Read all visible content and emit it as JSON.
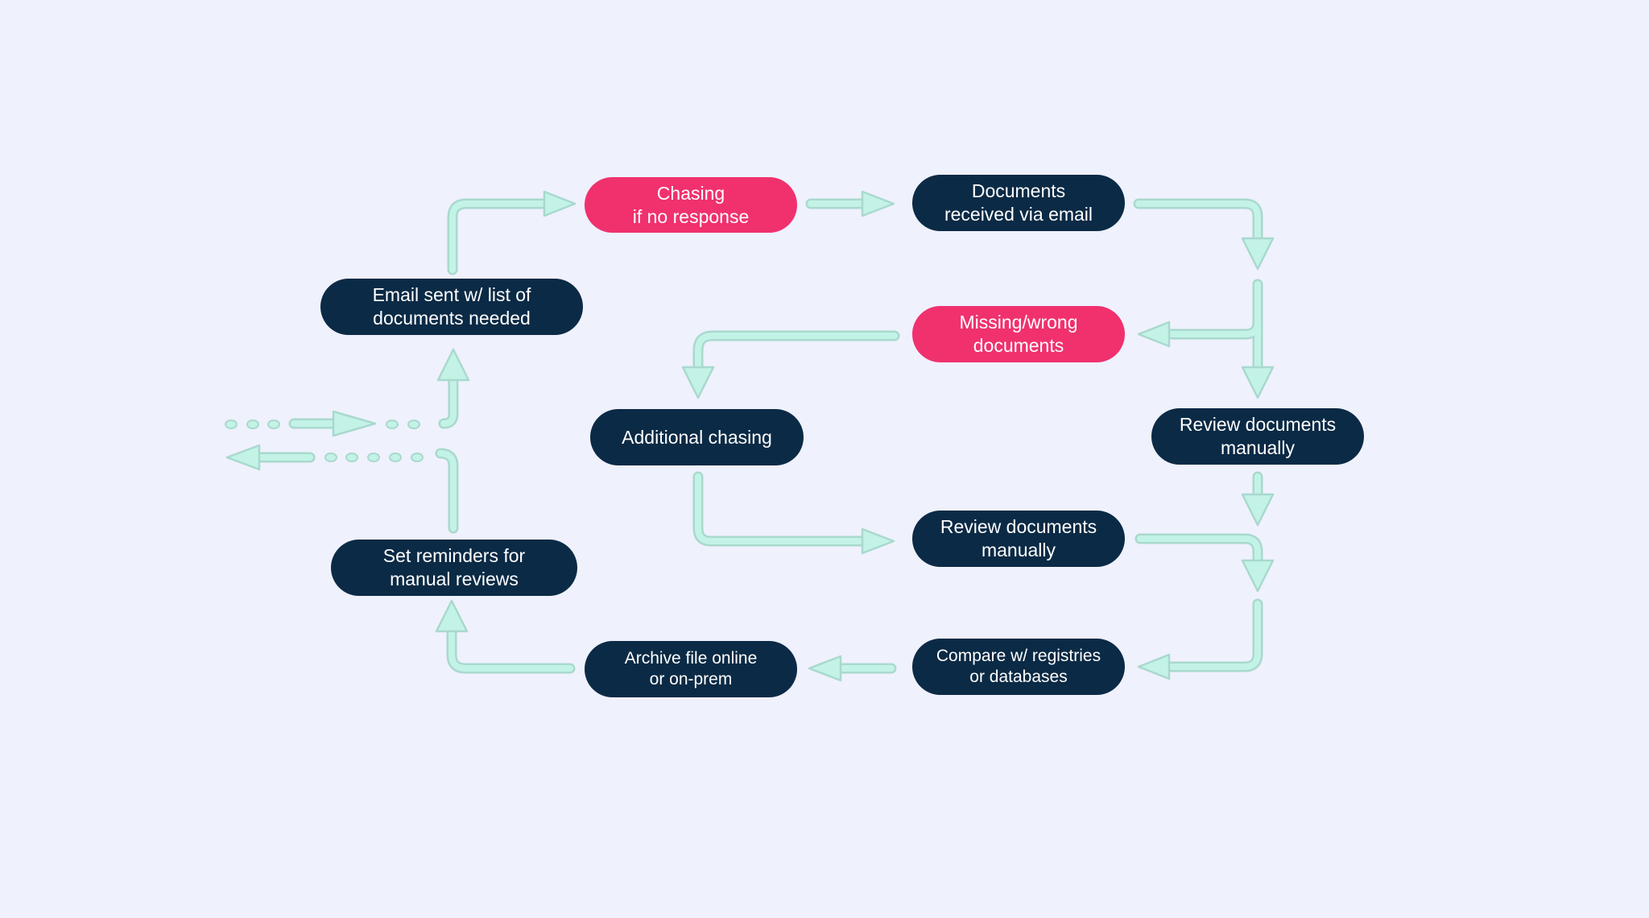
{
  "colors": {
    "background": "#eff1fd",
    "node_dark": "#0b2a45",
    "node_alert": "#f0316e",
    "arrow_fill": "#c3f3e6",
    "arrow_stroke": "#a9d9cd",
    "text": "#ffffff"
  },
  "nodes": {
    "email_sent": "Email sent w/ list of\ndocuments needed",
    "chasing": "Chasing\nif no response",
    "docs_received": "Documents\nreceived via email",
    "missing_docs": "Missing/wrong\ndocuments",
    "additional_chasing": "Additional chasing",
    "review_right": "Review documents\nmanually",
    "review_middle": "Review documents\nmanually",
    "set_reminders": "Set reminders for\nmanual reviews",
    "archive": "Archive file online\nor on-prem",
    "compare": "Compare w/ registries\nor databases"
  }
}
